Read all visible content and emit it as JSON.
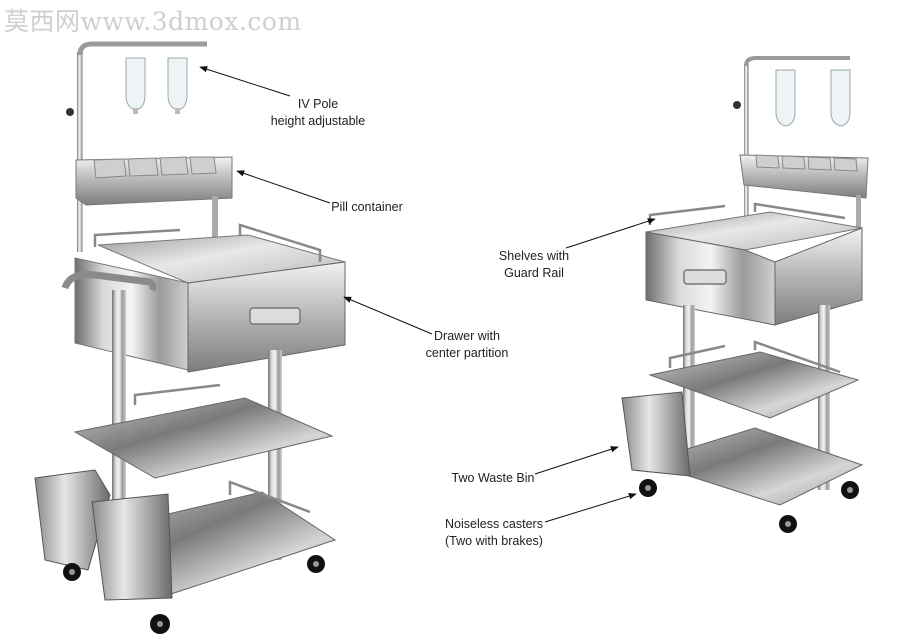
{
  "watermark": "莫西网www.3dmox.com",
  "labels": {
    "iv_pole": {
      "line1": "IV Pole",
      "line2": "height adjustable"
    },
    "pill_container": "Pill container",
    "drawer": {
      "line1": "Drawer with",
      "line2": "center partition"
    },
    "shelves": {
      "line1": "Shelves with",
      "line2": "Guard Rail"
    },
    "waste_bin": "Two Waste Bin",
    "casters": {
      "line1": "Noiseless casters",
      "line2": "(Two with brakes)"
    }
  },
  "colors": {
    "steel_light": "#e6e6e6",
    "steel_mid": "#a9a9a9",
    "steel_dark": "#5a5a5a",
    "text": "#222222"
  }
}
